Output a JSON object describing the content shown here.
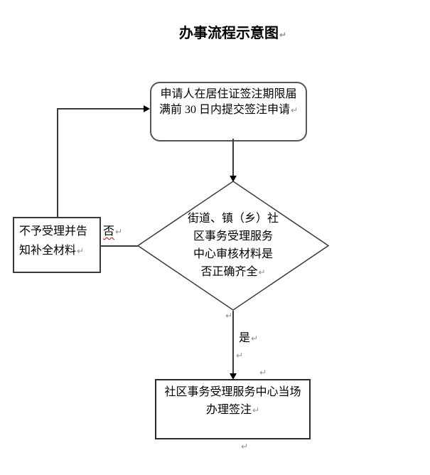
{
  "title": {
    "text": "办事流程示意图"
  },
  "marks": {
    "pilcrow": "↵"
  },
  "flowchart": {
    "start": {
      "lines": [
        "申请人在居住证签注期限届",
        "满前 30 日内提交签注申请"
      ]
    },
    "decision": {
      "lines": [
        "街道、镇（乡）社",
        "区事务受理服务",
        "中心审核材料是",
        "否正确齐全"
      ]
    },
    "reject": {
      "lines": [
        "不予受理并告",
        "知补全材料"
      ]
    },
    "done": {
      "lines": [
        "社区事务受理服务中心当场",
        "办理签注"
      ]
    },
    "edge_labels": {
      "no": "否",
      "yes": "是"
    }
  },
  "colors": {
    "background": "#ffffff",
    "line": "#3a3a3a",
    "text": "#000000",
    "pilcrow": "#8f8f8f",
    "spellcheck_underline": "#cc0000"
  }
}
